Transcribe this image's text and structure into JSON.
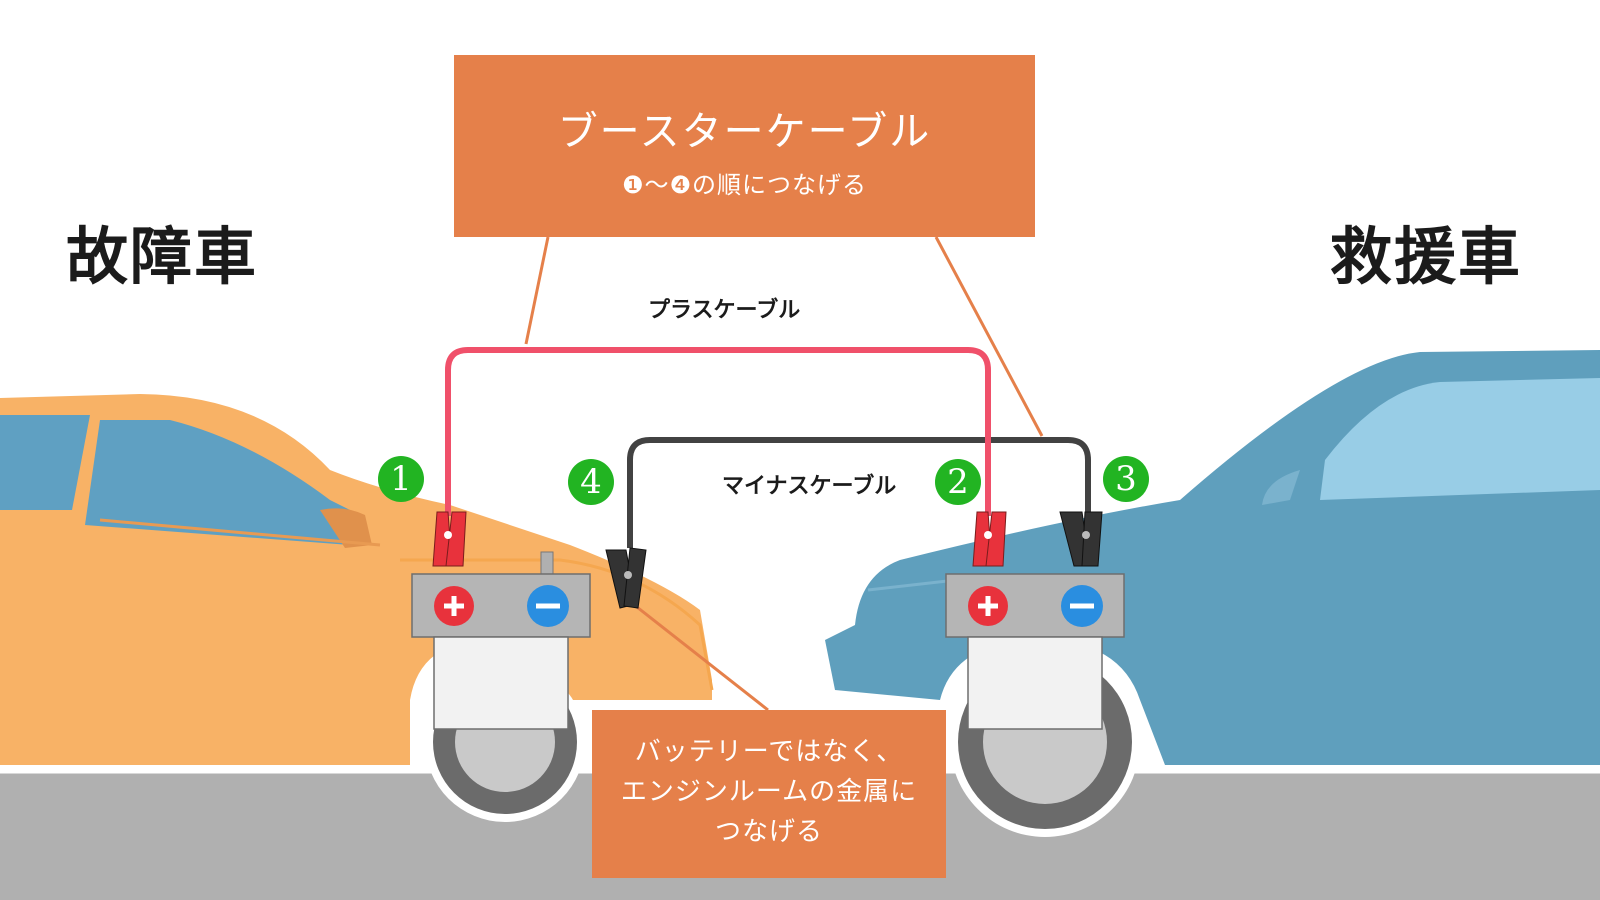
{
  "labels": {
    "broken_car": "故障車",
    "rescue_car": "救援車"
  },
  "top_box": {
    "title": "ブースターケーブル",
    "subtitle": "❶～❹の順につなげる"
  },
  "cables": {
    "plus_label": "プラスケーブル",
    "minus_label": "マイナスケーブル"
  },
  "steps": {
    "one": "1",
    "two": "2",
    "three": "3",
    "four": "4"
  },
  "note_box": {
    "text": "バッテリーではなく、\nエンジンルームの金属に\nつなげる"
  },
  "colors": {
    "orange_car": "#f8b266",
    "blue_car": "#5f9fbd",
    "callout": "#e5804a",
    "plus_cable": "#f0506a",
    "minus_cable": "#424242",
    "step_badge": "#22b422",
    "ground": "#b0b0b0",
    "plus_terminal": "#e8323c",
    "minus_terminal": "#2a8ee0"
  }
}
